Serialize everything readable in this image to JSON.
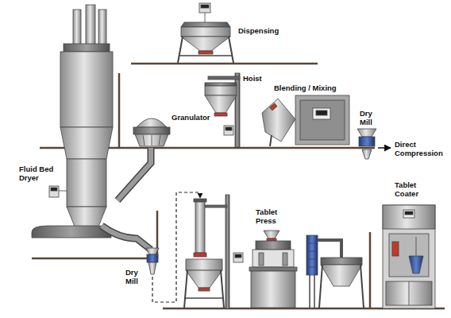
{
  "diagram": {
    "labels": [
      "Dispensing",
      "Hoist",
      "Blending / Mixing",
      "Dry Mill",
      "Direct Compression",
      "Granulator",
      "Fluid Bed Dryer",
      "Dry Mill",
      "Tablet Press",
      "Tablet Coater"
    ]
  }
}
